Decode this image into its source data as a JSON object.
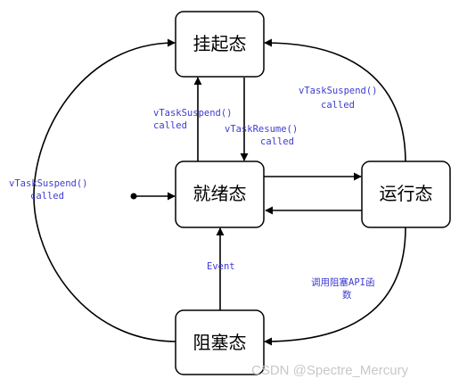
{
  "states": {
    "suspended": "挂起态",
    "ready": "就绪态",
    "running": "运行态",
    "blocked": "阻塞态"
  },
  "transitions": {
    "ready_to_suspended": [
      "vTaskSuspend()",
      "called"
    ],
    "suspended_to_ready": [
      "vTaskResume()",
      "called"
    ],
    "running_to_suspended": [
      "vTaskSuspend()",
      "called"
    ],
    "blocked_to_suspended": [
      "vTaskSuspend()",
      "called"
    ],
    "blocked_to_ready": [
      "Event"
    ],
    "running_to_blocked": [
      "调用阻塞API函",
      "数"
    ]
  },
  "watermark": "CSDN @Spectre_Mercury",
  "colors": {
    "label_text": "#3c3cd2",
    "box_stroke": "#000000",
    "watermark": "#c8c8c8"
  }
}
